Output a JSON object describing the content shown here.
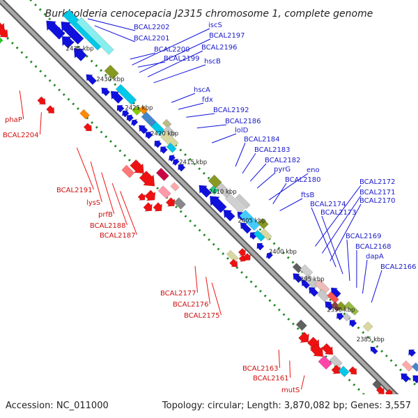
{
  "title": "Burkholderia cenocepacia J2315 chromosome 1, complete genome",
  "accession": "Accession: NC_011000",
  "summary": "Topology: circular; Length: 3,870,082 bp; Genes: 3,557",
  "colors": {
    "plus_strand": "#1010dd",
    "minus_strand": "#ee1111",
    "backbone": "#8c8c8c",
    "ticks": "#228822"
  },
  "ticks": [
    {
      "label": "2435 kbp",
      "t": 148
    },
    {
      "label": "2430 kbp",
      "t": 210
    },
    {
      "label": "2425 kbp",
      "t": 268
    },
    {
      "label": "2420 kbp",
      "t": 320
    },
    {
      "label": "2415 kbp",
      "t": 378
    },
    {
      "label": "2410 kbp",
      "t": 438
    },
    {
      "label": "2405 kbp",
      "t": 497
    },
    {
      "label": "2400 kbp",
      "t": 560
    },
    {
      "label": "2395 kbp",
      "t": 616
    },
    {
      "label": "2390 kbp",
      "t": 678
    },
    {
      "label": "2385 kbp",
      "t": 738
    }
  ],
  "labels_plus": [
    "BCAL2202",
    "BCAL2201",
    "iscS",
    "BCAL2197",
    "BCAL2200",
    "BCAL2196",
    "BCAL2199",
    "hscB",
    "hscA",
    "fdx",
    "BCAL2192",
    "BCAL2186",
    "lolD",
    "BCAL2184",
    "BCAL2183",
    "BCAL2182",
    "pyrG",
    "eno",
    "BCAL2180",
    "BCAL2172",
    "BCAL2171",
    "ftsB",
    "BCAL2170",
    "BCAL2174",
    "BCAL2173",
    "BCAL2169",
    "BCAL2168",
    "dapA",
    "BCAL2166"
  ],
  "labels_minus": [
    "phaP",
    "BCAL2204",
    "BCAL2191",
    "lysS",
    "prfB",
    "BCAL2188",
    "BCAL2187",
    "BCAL2177",
    "BCAL2176",
    "BCAL2175",
    "BCAL2163",
    "BCAL2161",
    "mutS"
  ]
}
